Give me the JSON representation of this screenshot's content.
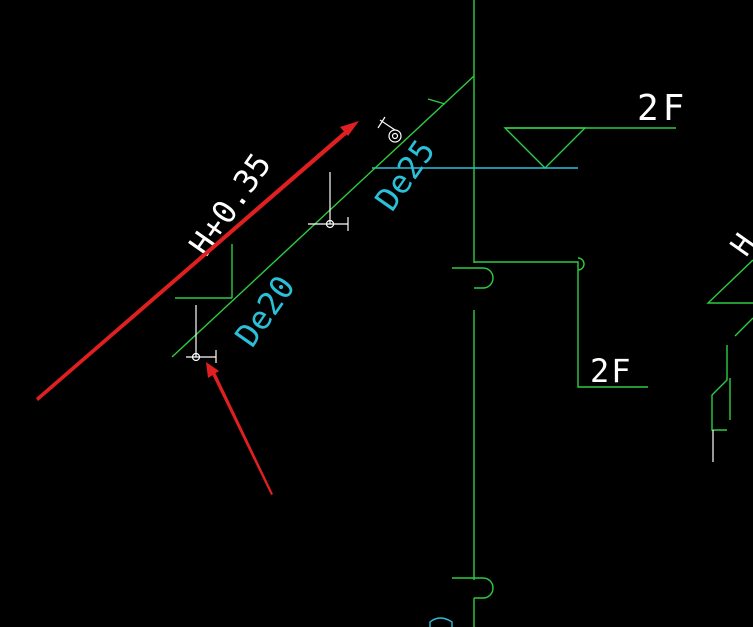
{
  "colors": {
    "background": "#000000",
    "pipe": "#2ecc40",
    "dim_cyan": "#2bbfd8",
    "white": "#ffffff",
    "arrow_red": "#e02020"
  },
  "labels": {
    "elevation_h": "H+0.35",
    "pipe_de25": "De25",
    "pipe_de20": "De20",
    "floor_2f": "2F",
    "floor_2f_side": "2F",
    "partial_right": "H"
  },
  "icons": {
    "valve_symbol": "circle-valve-icon",
    "arrow": "red-arrow-icon"
  }
}
